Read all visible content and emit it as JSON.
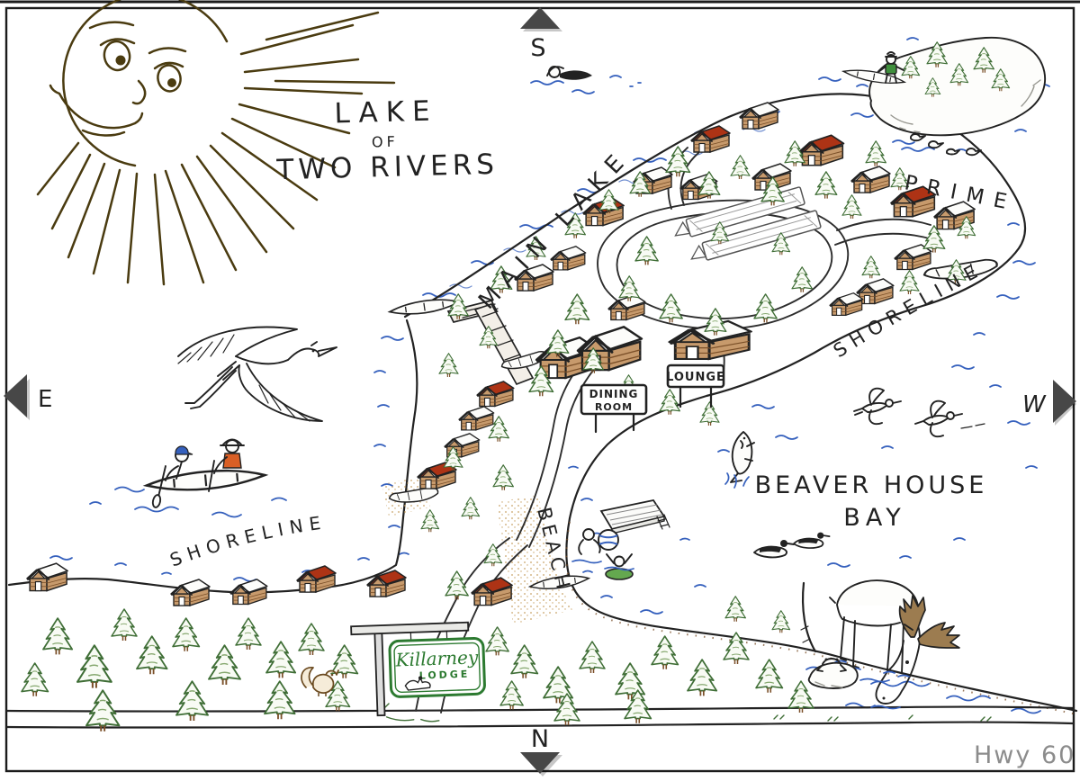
{
  "map": {
    "title": {
      "line1": "LAKE",
      "line2": "OF",
      "line3": "TWO RIVERS"
    },
    "labels": {
      "main_lake": "MAIN LAKE",
      "prime": "PRIME",
      "shoreline_right": "SHORELINE",
      "shoreline_left": "SHORELINE",
      "beach": "BEACH",
      "bay_line1": "BEAVER HOUSE",
      "bay_line2": "BAY",
      "highway": "Hwy 60"
    },
    "signs": {
      "dining_line1": "DINING",
      "dining_line2": "ROOM",
      "lounge": "LOUNGE",
      "lodge_script": "Killarney",
      "lodge_caps": "LODGE"
    },
    "compass": {
      "top": "S",
      "bottom": "N",
      "left": "E",
      "right": "W"
    },
    "icons": {
      "sun": "smiling-sun",
      "heron": "flying-heron",
      "canoe": "canoe-with-paddlers",
      "swimmer": "swimmer",
      "island": "island-with-canoeist",
      "ducks_swimming": "duck-family",
      "ducks_flying": "flying-ducks",
      "loons": "loons-swimming",
      "fish": "jumping-fish",
      "moose": "moose-drinking",
      "frog": "frog-on-rock",
      "squirrel": "squirrel",
      "compass_arrow": "triangle-arrow"
    },
    "colors": {
      "ink": "#222222",
      "sun_ink": "#4a3b10",
      "water": "#3560bd",
      "pine": "#3f6e36",
      "pine_light": "#86a86f",
      "wood": "#c79a6c",
      "wood_dark": "#7a4f28",
      "roof_red": "#ad3315",
      "roof_white": "#fcfcfa",
      "compass_gray": "#474747",
      "highway_gray": "#8c8c8c",
      "sign_green": "#2c7a30",
      "sand": "#c8a265",
      "antler": "#9c7c50",
      "rock_gray": "#979790"
    }
  }
}
